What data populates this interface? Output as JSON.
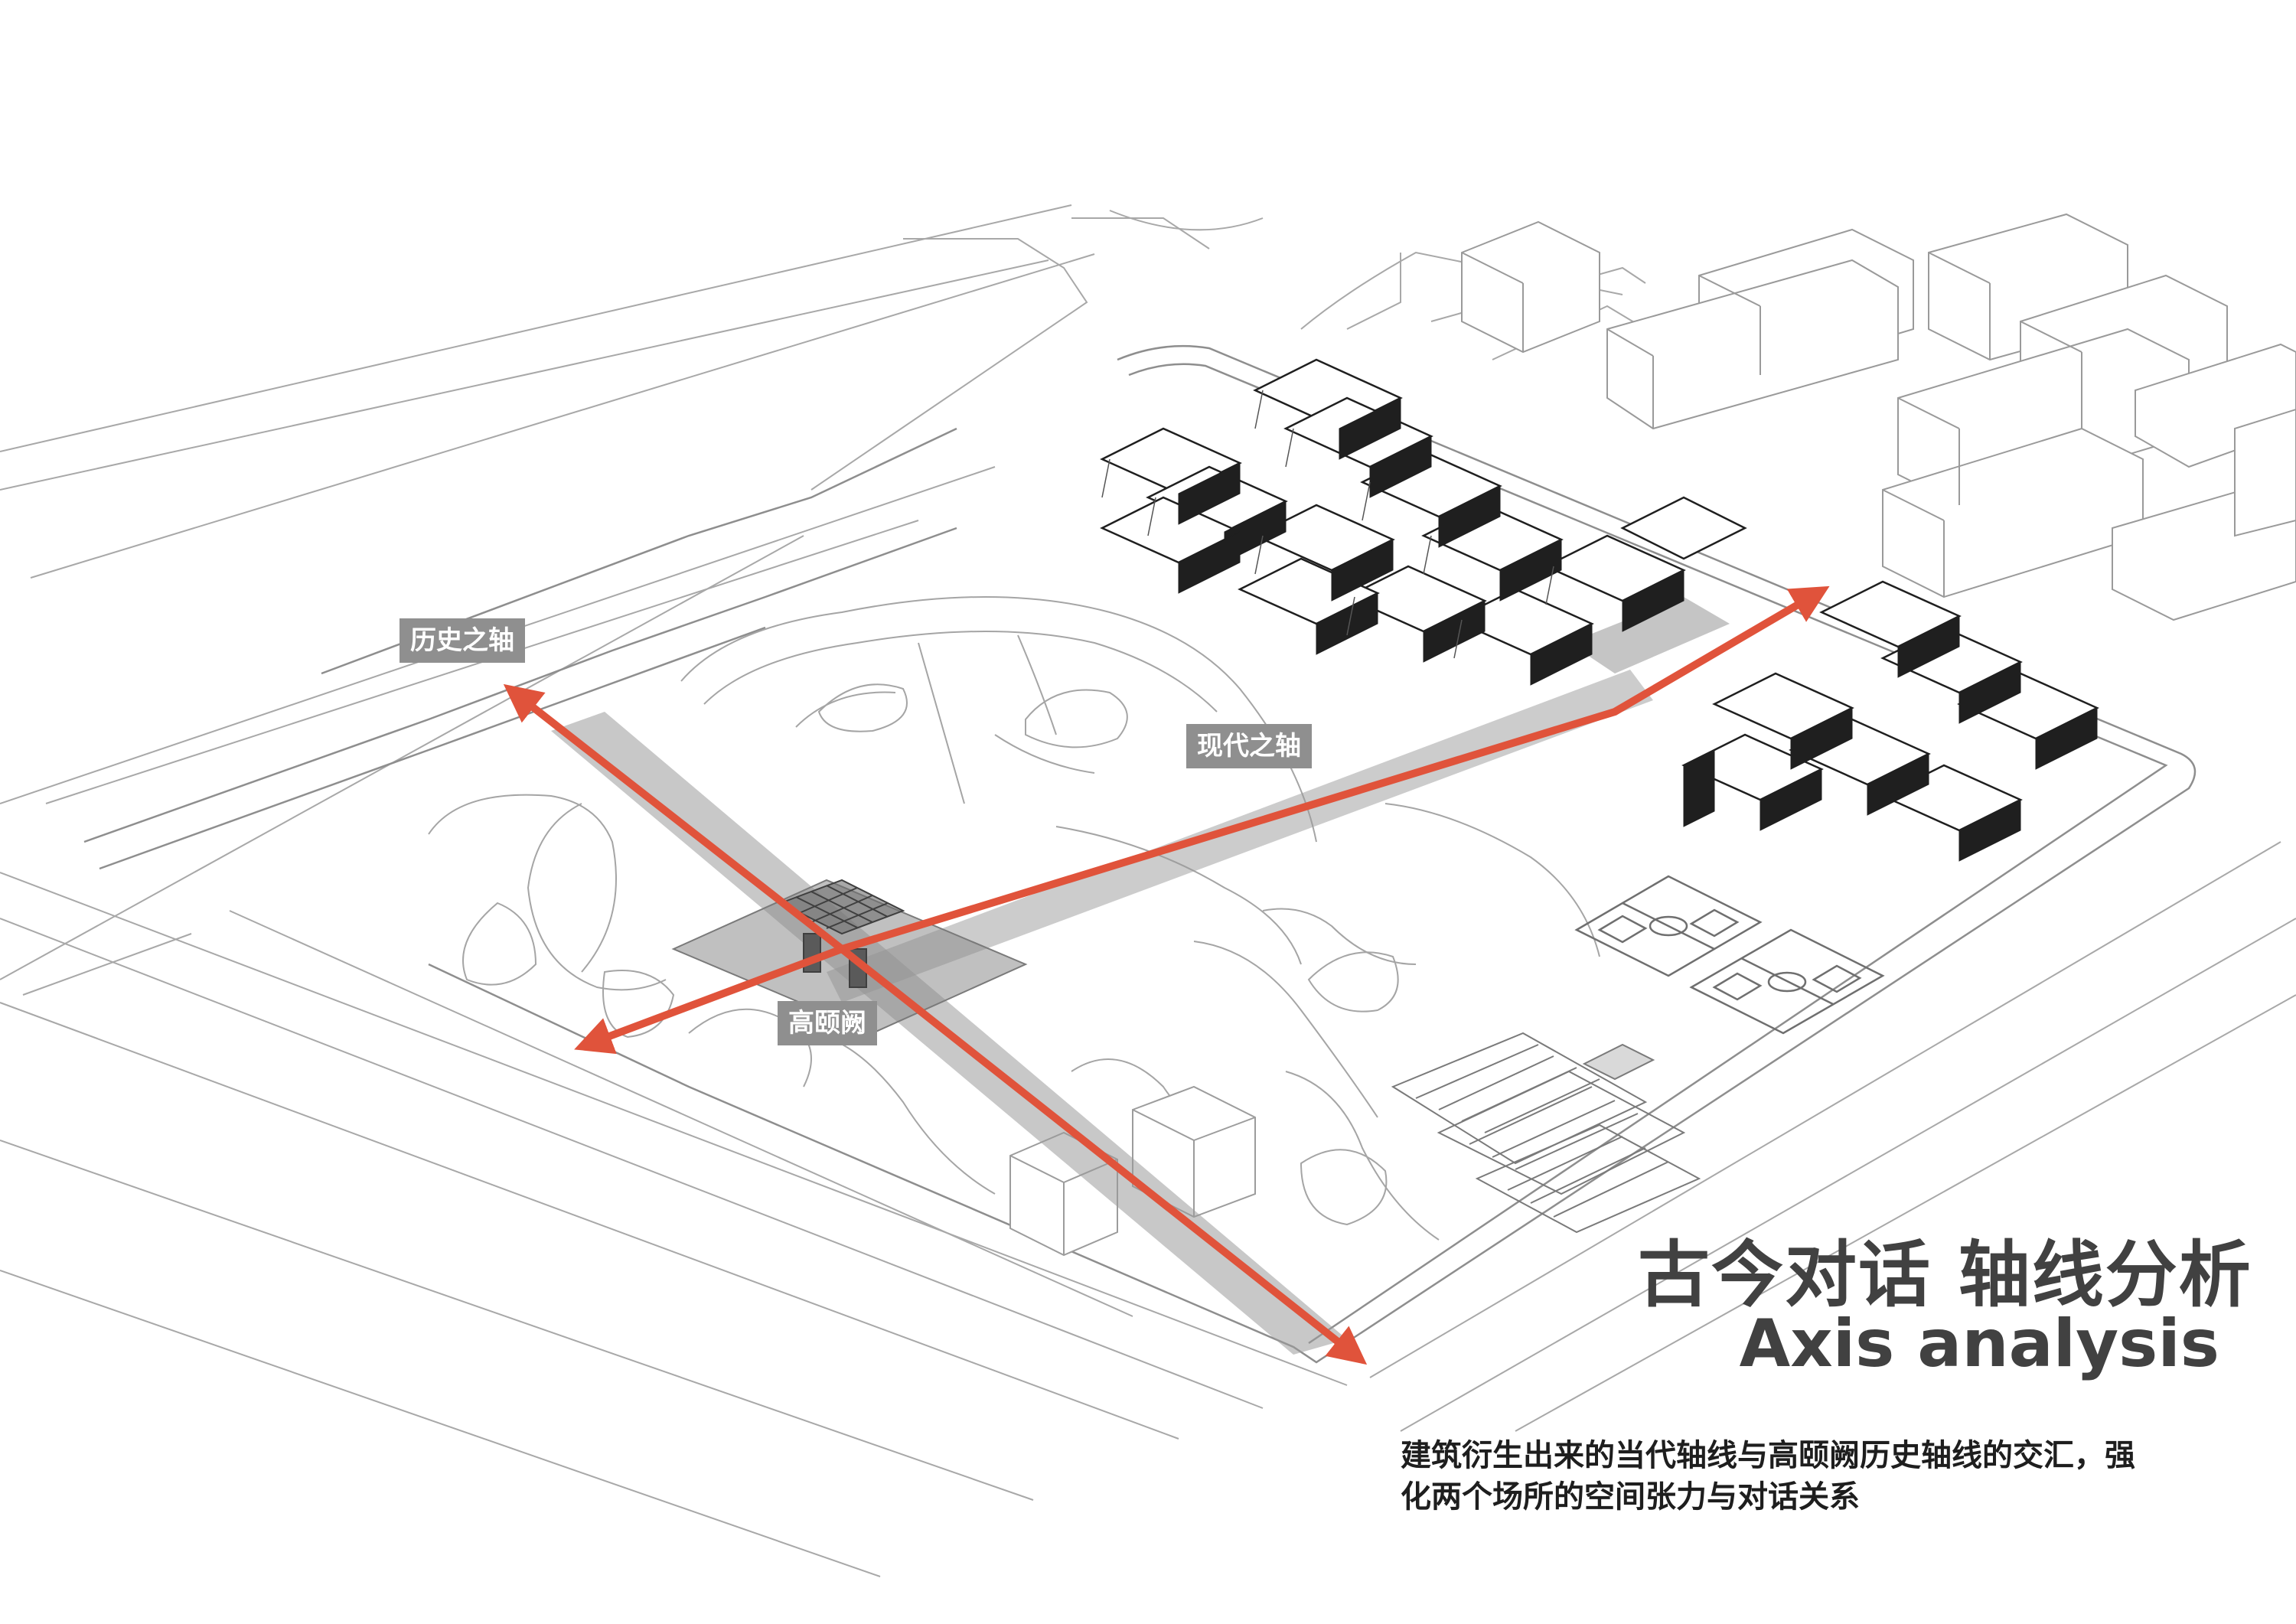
{
  "labels": {
    "history_axis": "历史之轴",
    "modern_axis": "现代之轴",
    "gaoyique": "高颐阙"
  },
  "title": {
    "zh": "古今对话 轴线分析",
    "en": "Axis analysis"
  },
  "description": {
    "line1": "建筑衍生出来的当代轴线与高颐阙历史轴线的交汇，强",
    "line2": "化两个场所的空间张力与对话关系"
  },
  "colors": {
    "axis_arrow": "#e0533b",
    "axis_band": "#9a9a9a",
    "line_work": "#9b9b9b",
    "building_dark": "#1f1f1f",
    "tag_bg": "#8f8f8f",
    "title_text": "#414141"
  }
}
